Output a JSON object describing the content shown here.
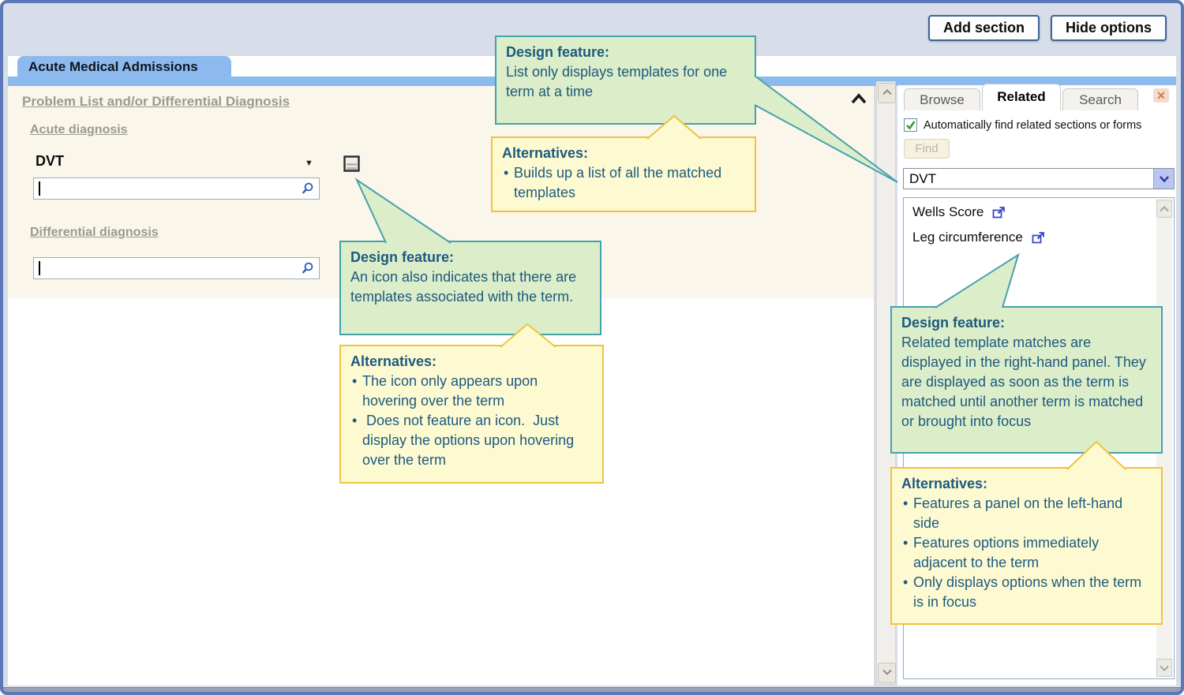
{
  "toolbar": {
    "add_section_label": "Add section",
    "hide_options_label": "Hide options"
  },
  "tab_label": "Acute Medical Admissions",
  "main": {
    "section_heading": "Problem List and/or Differential Diagnosis",
    "acute_heading": "Acute diagnosis",
    "term_value": "DVT",
    "differential_heading": "Differential diagnosis"
  },
  "panel": {
    "tabs": {
      "browse": "Browse",
      "related": "Related",
      "search": "Search"
    },
    "active_tab": "Related",
    "auto_find_label": "Automatically find related sections or forms",
    "auto_find_checked": true,
    "find_button_label": "Find",
    "term_combo_value": "DVT",
    "results": [
      {
        "label": "Wells Score"
      },
      {
        "label": "Leg circumference"
      }
    ]
  },
  "callouts": {
    "top_green": {
      "title": "Design feature:",
      "body": "List only displays templates for one term at a time"
    },
    "top_yellow": {
      "title": "Alternatives:",
      "bullets": [
        "Builds up a list of all the matched templates"
      ]
    },
    "icon_green": {
      "title": "Design feature:",
      "body": "An icon also indicates that there are templates associated with the term."
    },
    "icon_yellow": {
      "title": "Alternatives:",
      "bullets": [
        "The icon only appears upon hovering over the term",
        " Does not feature an icon.  Just display the options upon hovering over the term"
      ]
    },
    "panel_green": {
      "title": "Design feature:",
      "body": "Related template matches are displayed in the right-hand panel. They are displayed as soon as the term is matched until another term is matched or brought into focus"
    },
    "panel_yellow": {
      "title": "Alternatives:",
      "bullets": [
        "Features a panel on the left-hand side",
        "Features options immediately adjacent to the term",
        "Only displays options when the term is in focus"
      ]
    }
  },
  "icons": {
    "close": "✕",
    "term_dropdown": "▼",
    "search": "magnifier",
    "external_link": "arrow-out-of-box",
    "template": "lined-box",
    "collapse": "chevron-up",
    "combo_dropdown": "chevron-down",
    "checkbox_check": "check"
  },
  "colors": {
    "frame_border": "#5b79b6",
    "header_bg": "#d7dde9",
    "tab_blue": "#8cbaee",
    "form_cream": "#faf6ea",
    "callout_green_bg": "#dcedca",
    "callout_green_border": "#45a1ae",
    "callout_yellow_bg": "#fdfad2",
    "callout_yellow_border": "#f0c33c",
    "callout_text": "#1c5a7e",
    "accent_blue": "#2a5db0"
  }
}
